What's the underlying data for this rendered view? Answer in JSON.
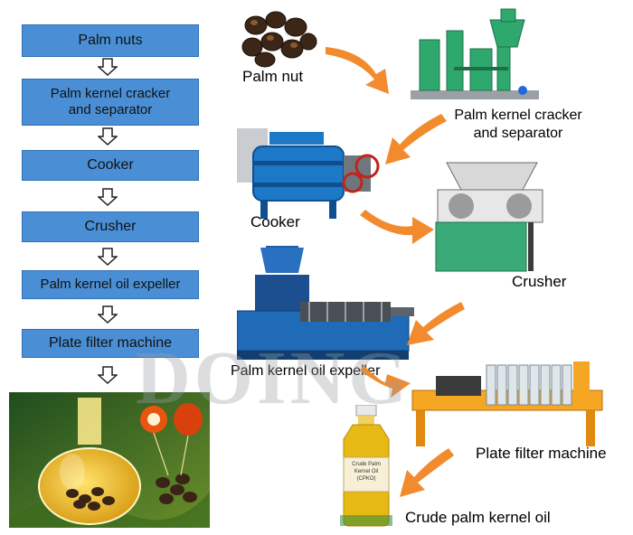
{
  "flow_steps": [
    "Palm nuts",
    "Palm kernel cracker\nand separator",
    "Cooker",
    "Crusher",
    "Palm kernel oil expeller",
    "Plate filter machine"
  ],
  "photo_labels": {
    "palm_nut": "Palm nut",
    "cracker": "Palm kernel cracker\nand separator",
    "cooker": "Cooker",
    "crusher": "Crusher",
    "expeller": "Palm kernel oil expeller",
    "filter": "Plate filter machine",
    "oil": "Crude palm kernel oil"
  },
  "bottle_label": "Crude Palm Kernel Oil (CPKO)",
  "watermark": "DOING",
  "colors": {
    "step_box": "#4a8fd6",
    "flow_arrow": "#f28a2e",
    "machine_blue": "#1e78c8",
    "machine_green": "#2fa86e",
    "filter_orange": "#f5a623"
  }
}
